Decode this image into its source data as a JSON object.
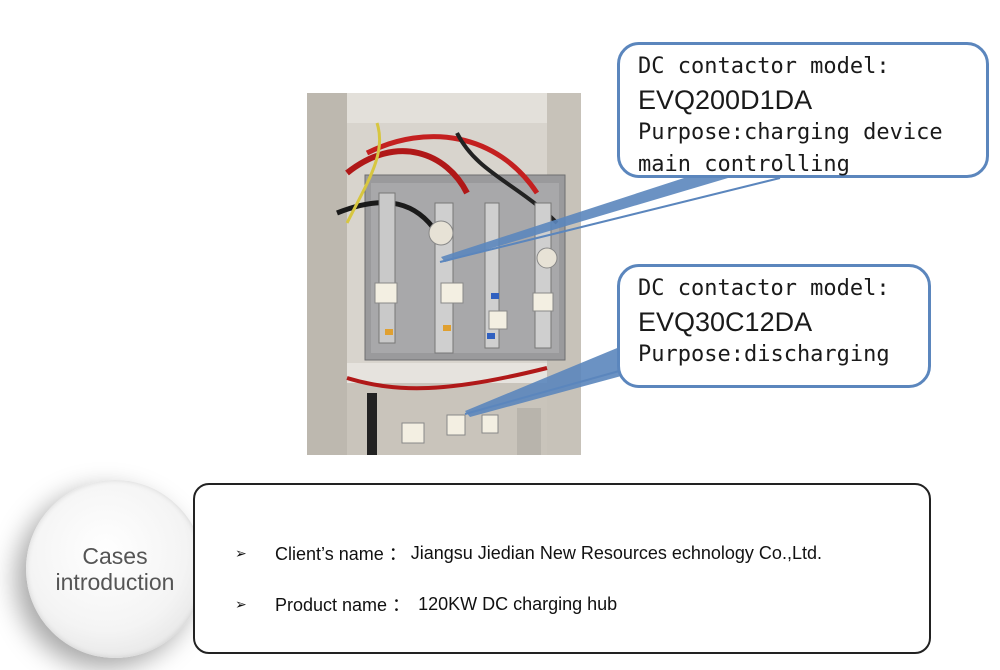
{
  "callouts": [
    {
      "title": "DC contactor model:",
      "model": "EVQ200D1DA",
      "purpose_line1": "Purpose:charging device",
      "purpose_line2": "main controlling"
    },
    {
      "title": "DC contactor model:",
      "model": "EVQ30C12DA",
      "purpose_line1": "Purpose:discharging"
    }
  ],
  "cases": {
    "line1": "Cases",
    "line2": "introduction"
  },
  "info": {
    "bullet": "➢",
    "client_label": "Client’s name ：",
    "client_value": "Jiangsu Jiedian New Resources  echnology Co.,Ltd.",
    "product_label": "Product name ：",
    "product_value": "120KW DC charging hub"
  },
  "colors": {
    "callout_border": "#5b86bd",
    "leader_line": "#5b86bd"
  }
}
